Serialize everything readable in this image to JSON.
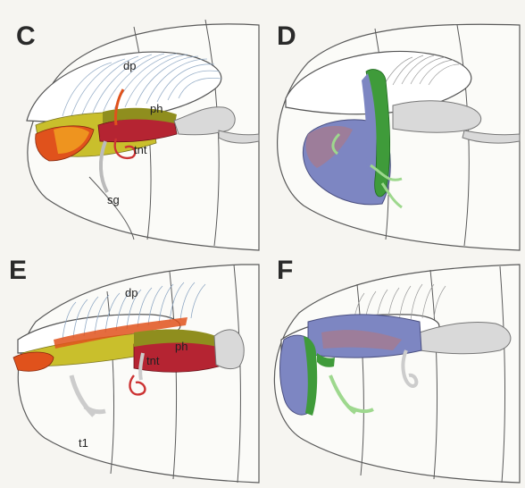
{
  "panels": [
    {
      "letter": "C",
      "labels": {
        "dp": "dp",
        "ph": "ph",
        "tnt": "tnt",
        "sg": "sg"
      }
    },
    {
      "letter": "D",
      "labels": {}
    },
    {
      "letter": "E",
      "labels": {
        "dp": "dp",
        "ph": "ph",
        "tnt": "tnt",
        "t1": "t1"
      }
    },
    {
      "letter": "F",
      "labels": {}
    }
  ],
  "colors": {
    "yellow": "#c9bf2c",
    "olive": "#8f8e1e",
    "orange": "#e0521c",
    "red": "#b52432",
    "blue": "#7d86c2",
    "mauve": "#9d7d9a",
    "green": "#3f9b3a",
    "gray": "#d9d9d9",
    "outline": "#5a5a5a",
    "dorsal": "#8fa8c4"
  }
}
